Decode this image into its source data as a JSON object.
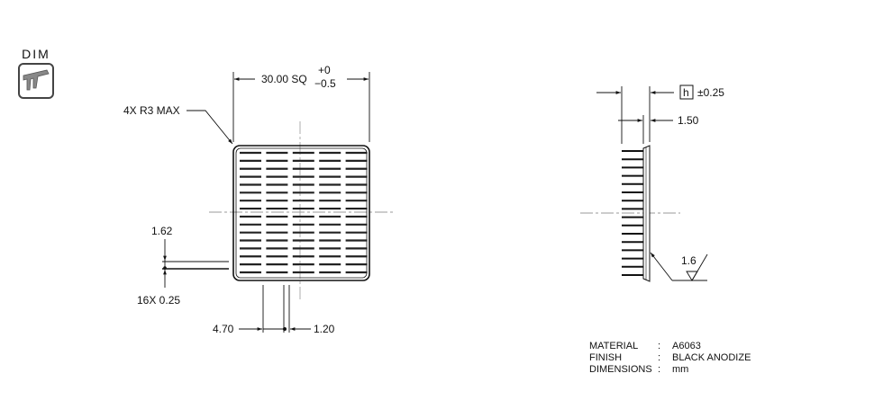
{
  "icon": {
    "label": "DIM",
    "name": "caliper-icon"
  },
  "front_view": {
    "width_dim": "30.00 SQ",
    "tol_upper": "+0",
    "tol_lower": "−0.5",
    "corner_note": "4X R3 MAX",
    "fin_pitch": "1.62",
    "fin_thickness": "16X 0.25",
    "fin_gap_dim": "4.70",
    "slot_width_dim": "1.20",
    "fin_rows": 16,
    "fin_columns": 5
  },
  "side_view": {
    "height_symbol": "h",
    "height_tol": "±0.25",
    "base_thickness": "1.50",
    "surface_roughness": "1.6",
    "fin_count": 16
  },
  "specs": [
    {
      "key": "MATERIAL",
      "sep": ":",
      "value": "A6063"
    },
    {
      "key": "FINISH",
      "sep": ":",
      "value": "BLACK ANODIZE"
    },
    {
      "key": "DIMENSIONS",
      "sep": ":",
      "value": "mm"
    }
  ]
}
